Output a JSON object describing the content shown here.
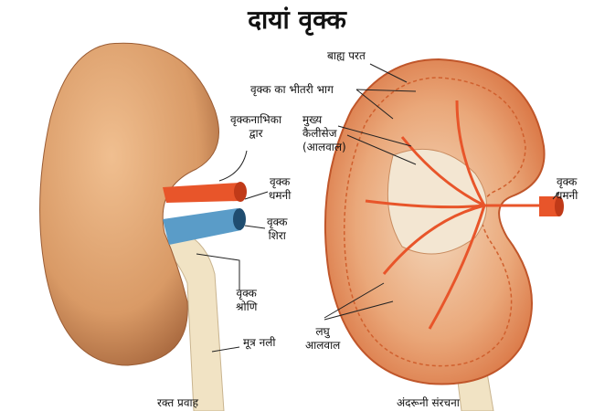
{
  "title": "दायां वृक्क",
  "labels": {
    "outer_layer": "बाह्य परत",
    "inner_part": "वृक्क का भीतरी भाग",
    "hilum": [
      "वृक्कनाभिका",
      "द्वार"
    ],
    "major_calyces": [
      "मुख्य",
      "कैलीसेज",
      "(आलवाल)"
    ],
    "renal_artery_left": [
      "वृक्क",
      "धमनी"
    ],
    "renal_vein": [
      "वृक्क",
      "शिरा"
    ],
    "renal_pelvis": [
      "वृक्क",
      "श्रोणि"
    ],
    "ureter": "मूत्र नली",
    "minor_calyces": [
      "लघु",
      "आलवाल"
    ],
    "renal_artery_right": [
      "वृक्क",
      "धमनी"
    ]
  },
  "captions": {
    "left": "रक्त प्रवाह",
    "right": "अंदरूनी संरचना"
  },
  "colors": {
    "kidney_surface": "#d99a66",
    "cortex": "#e8a070",
    "artery": "#e8552a",
    "vein": "#5a9cc8",
    "ureter": "#f1e3c4"
  }
}
